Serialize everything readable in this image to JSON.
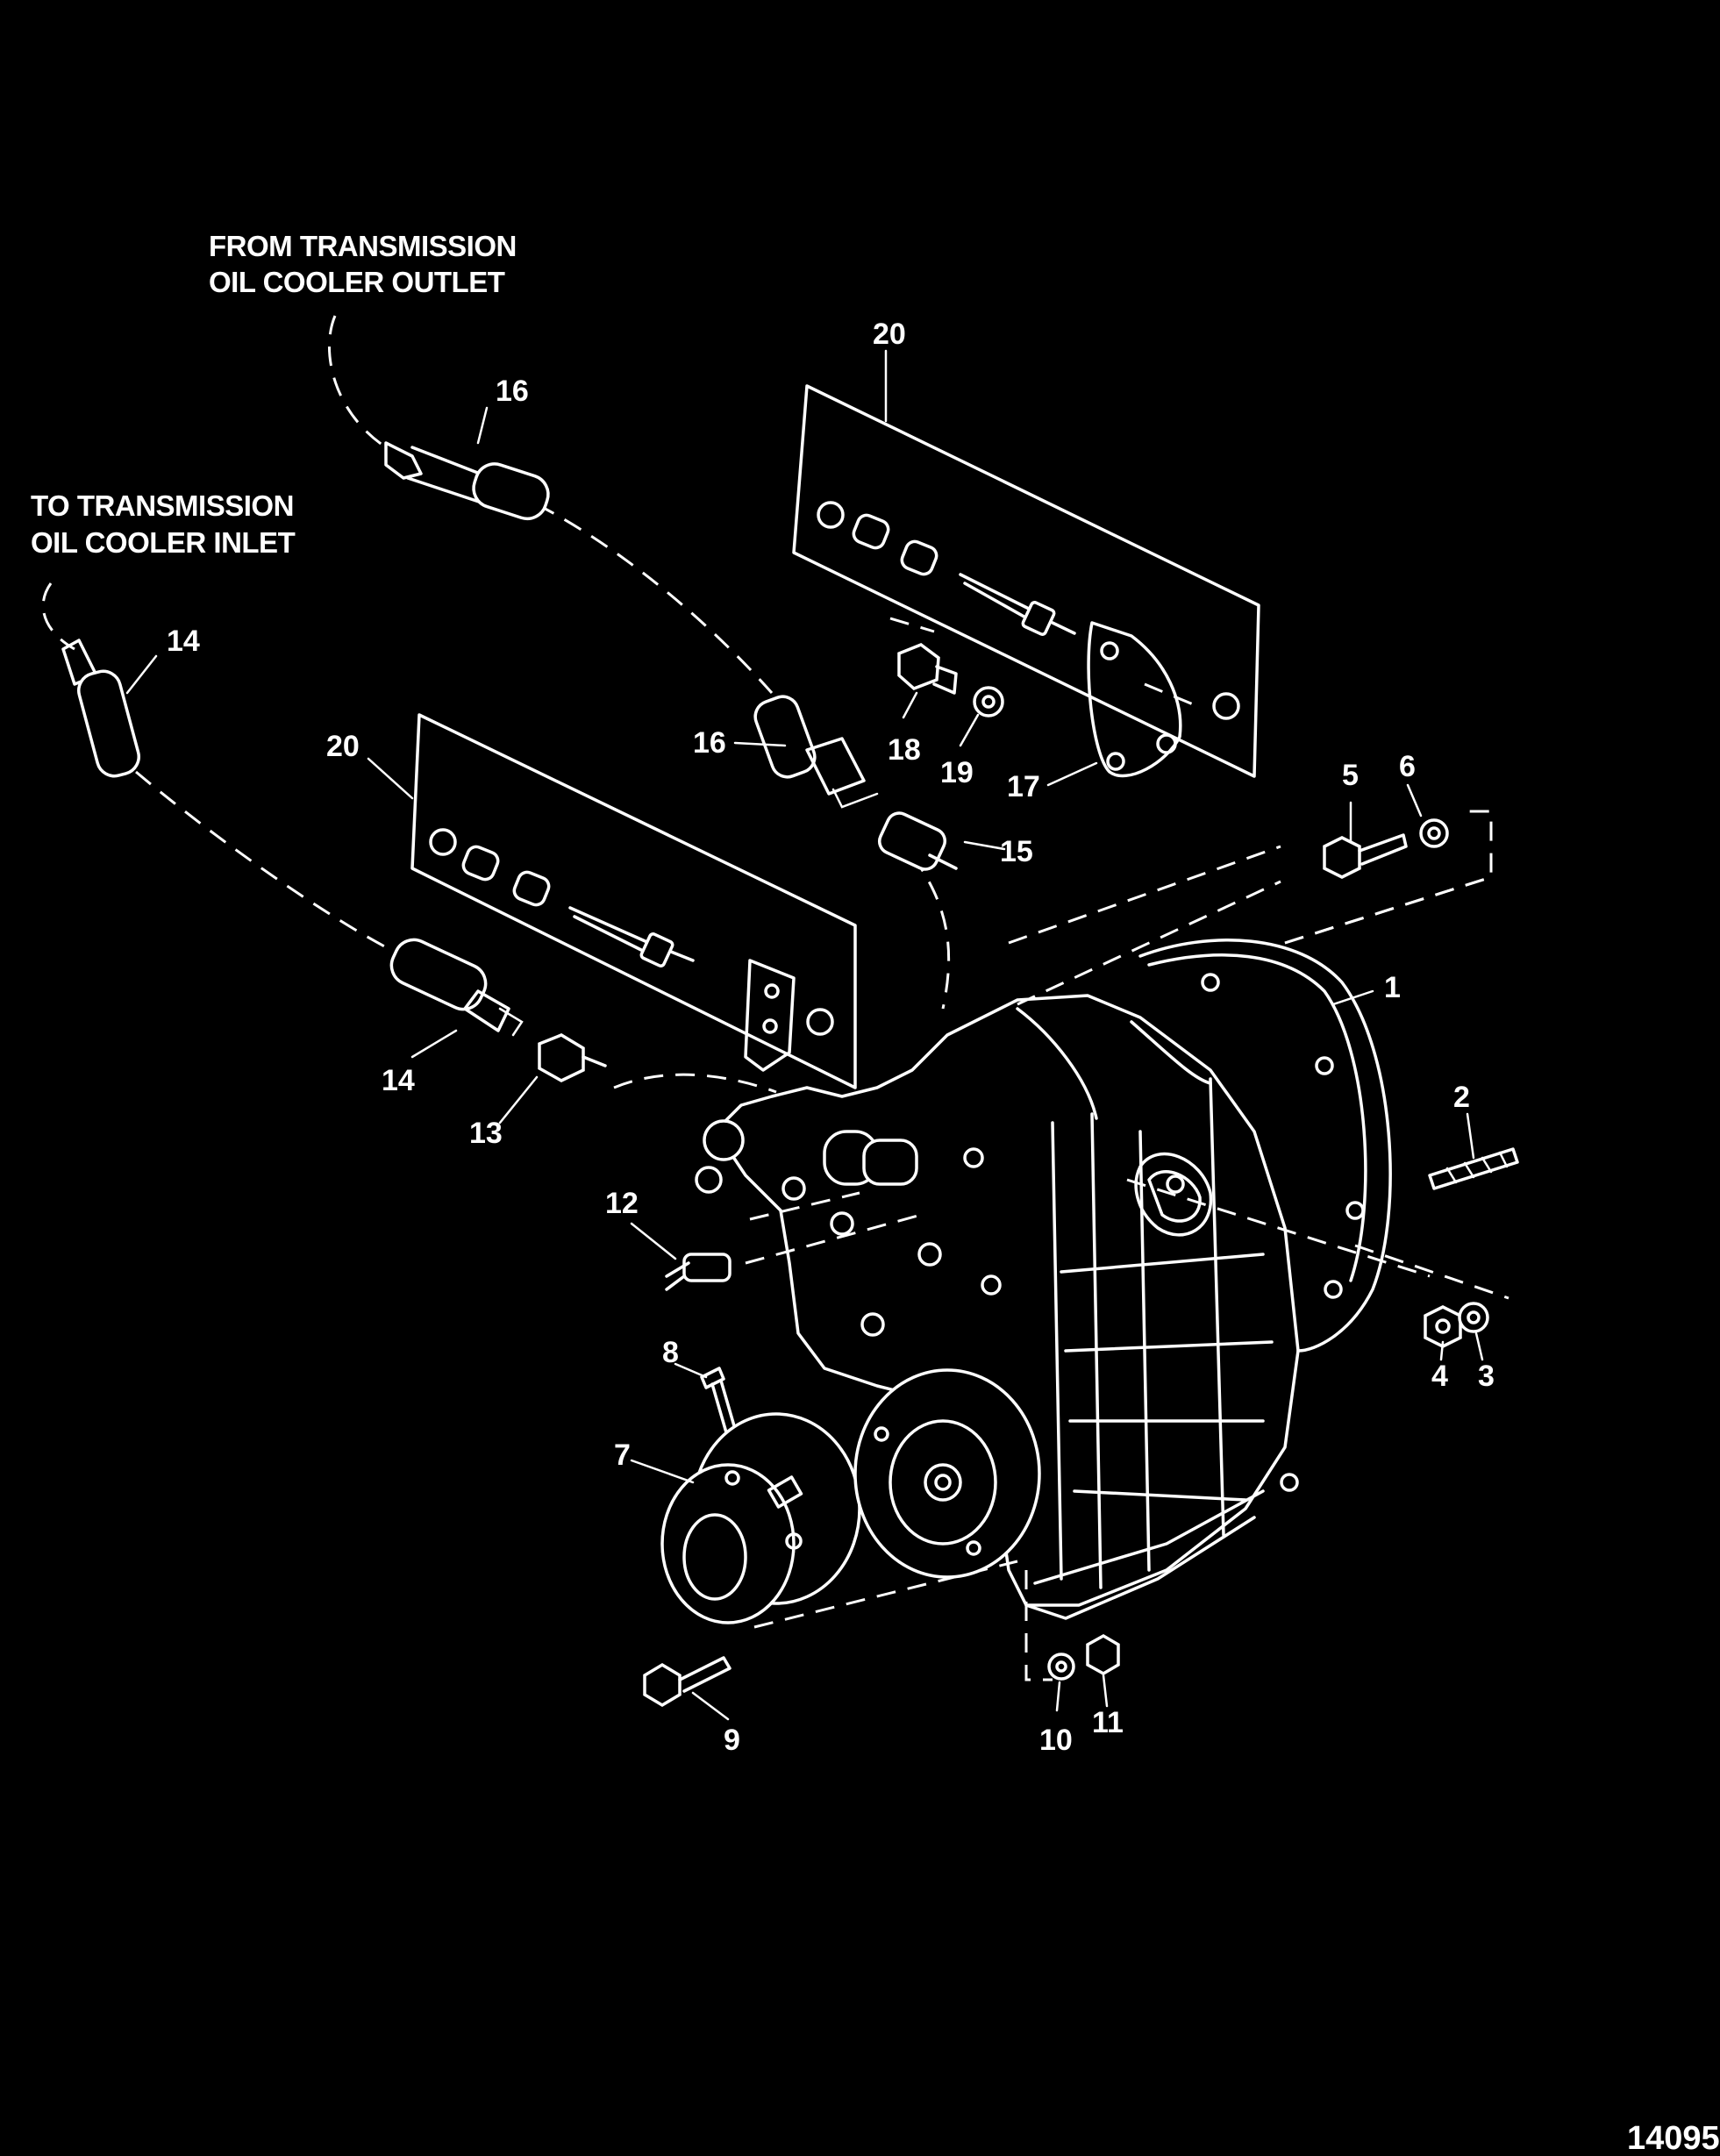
{
  "notes": {
    "from_outlet": [
      "FROM TRANSMISSION",
      "OIL COOLER OUTLET"
    ],
    "to_inlet": [
      "TO TRANSMISSION",
      "OIL COOLER INLET"
    ]
  },
  "callouts": {
    "c1": "1",
    "c2": "2",
    "c3": "3",
    "c4": "4",
    "c5": "5",
    "c6": "6",
    "c7": "7",
    "c8": "8",
    "c9": "9",
    "c10": "10",
    "c11": "11",
    "c12": "12",
    "c13": "13",
    "c14a": "14",
    "c14b": "14",
    "c15": "15",
    "c16a": "16",
    "c16b": "16",
    "c17": "17",
    "c18": "18",
    "c19": "19",
    "c20a": "20",
    "c20b": "20"
  },
  "figure_number": "14095"
}
